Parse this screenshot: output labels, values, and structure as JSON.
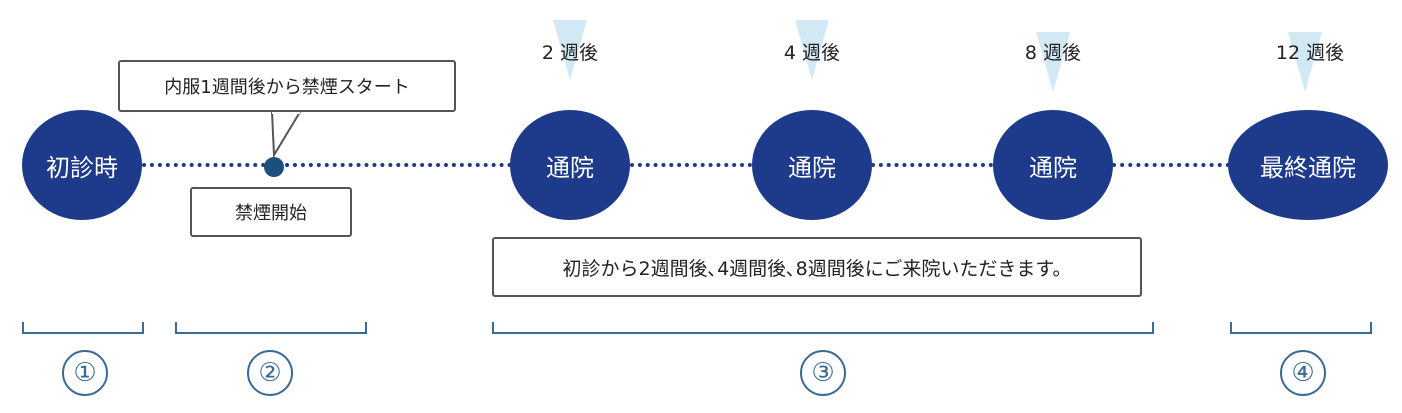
{
  "circles": {
    "first_visit": "初診時",
    "visit_2w": "通院",
    "visit_4w": "通院",
    "visit_8w": "通院",
    "final_visit": "最終通院"
  },
  "weeks": {
    "w2": "2 週後",
    "w4": "4 週後",
    "w8": "8 週後",
    "w12": "12 週後"
  },
  "callouts": {
    "quit_note": "内服1週間後から禁煙スタート",
    "quit_start": "禁煙開始",
    "schedule_note": "初診から2週間後､4週間後､8週間後にご来院いただきます。"
  },
  "phases": {
    "p1": "①",
    "p2": "②",
    "p3": "③",
    "p4": "④"
  },
  "colors": {
    "circle": "#1e3a8a",
    "triangle": "#d2e8f5",
    "bracket": "#3a6a95"
  }
}
